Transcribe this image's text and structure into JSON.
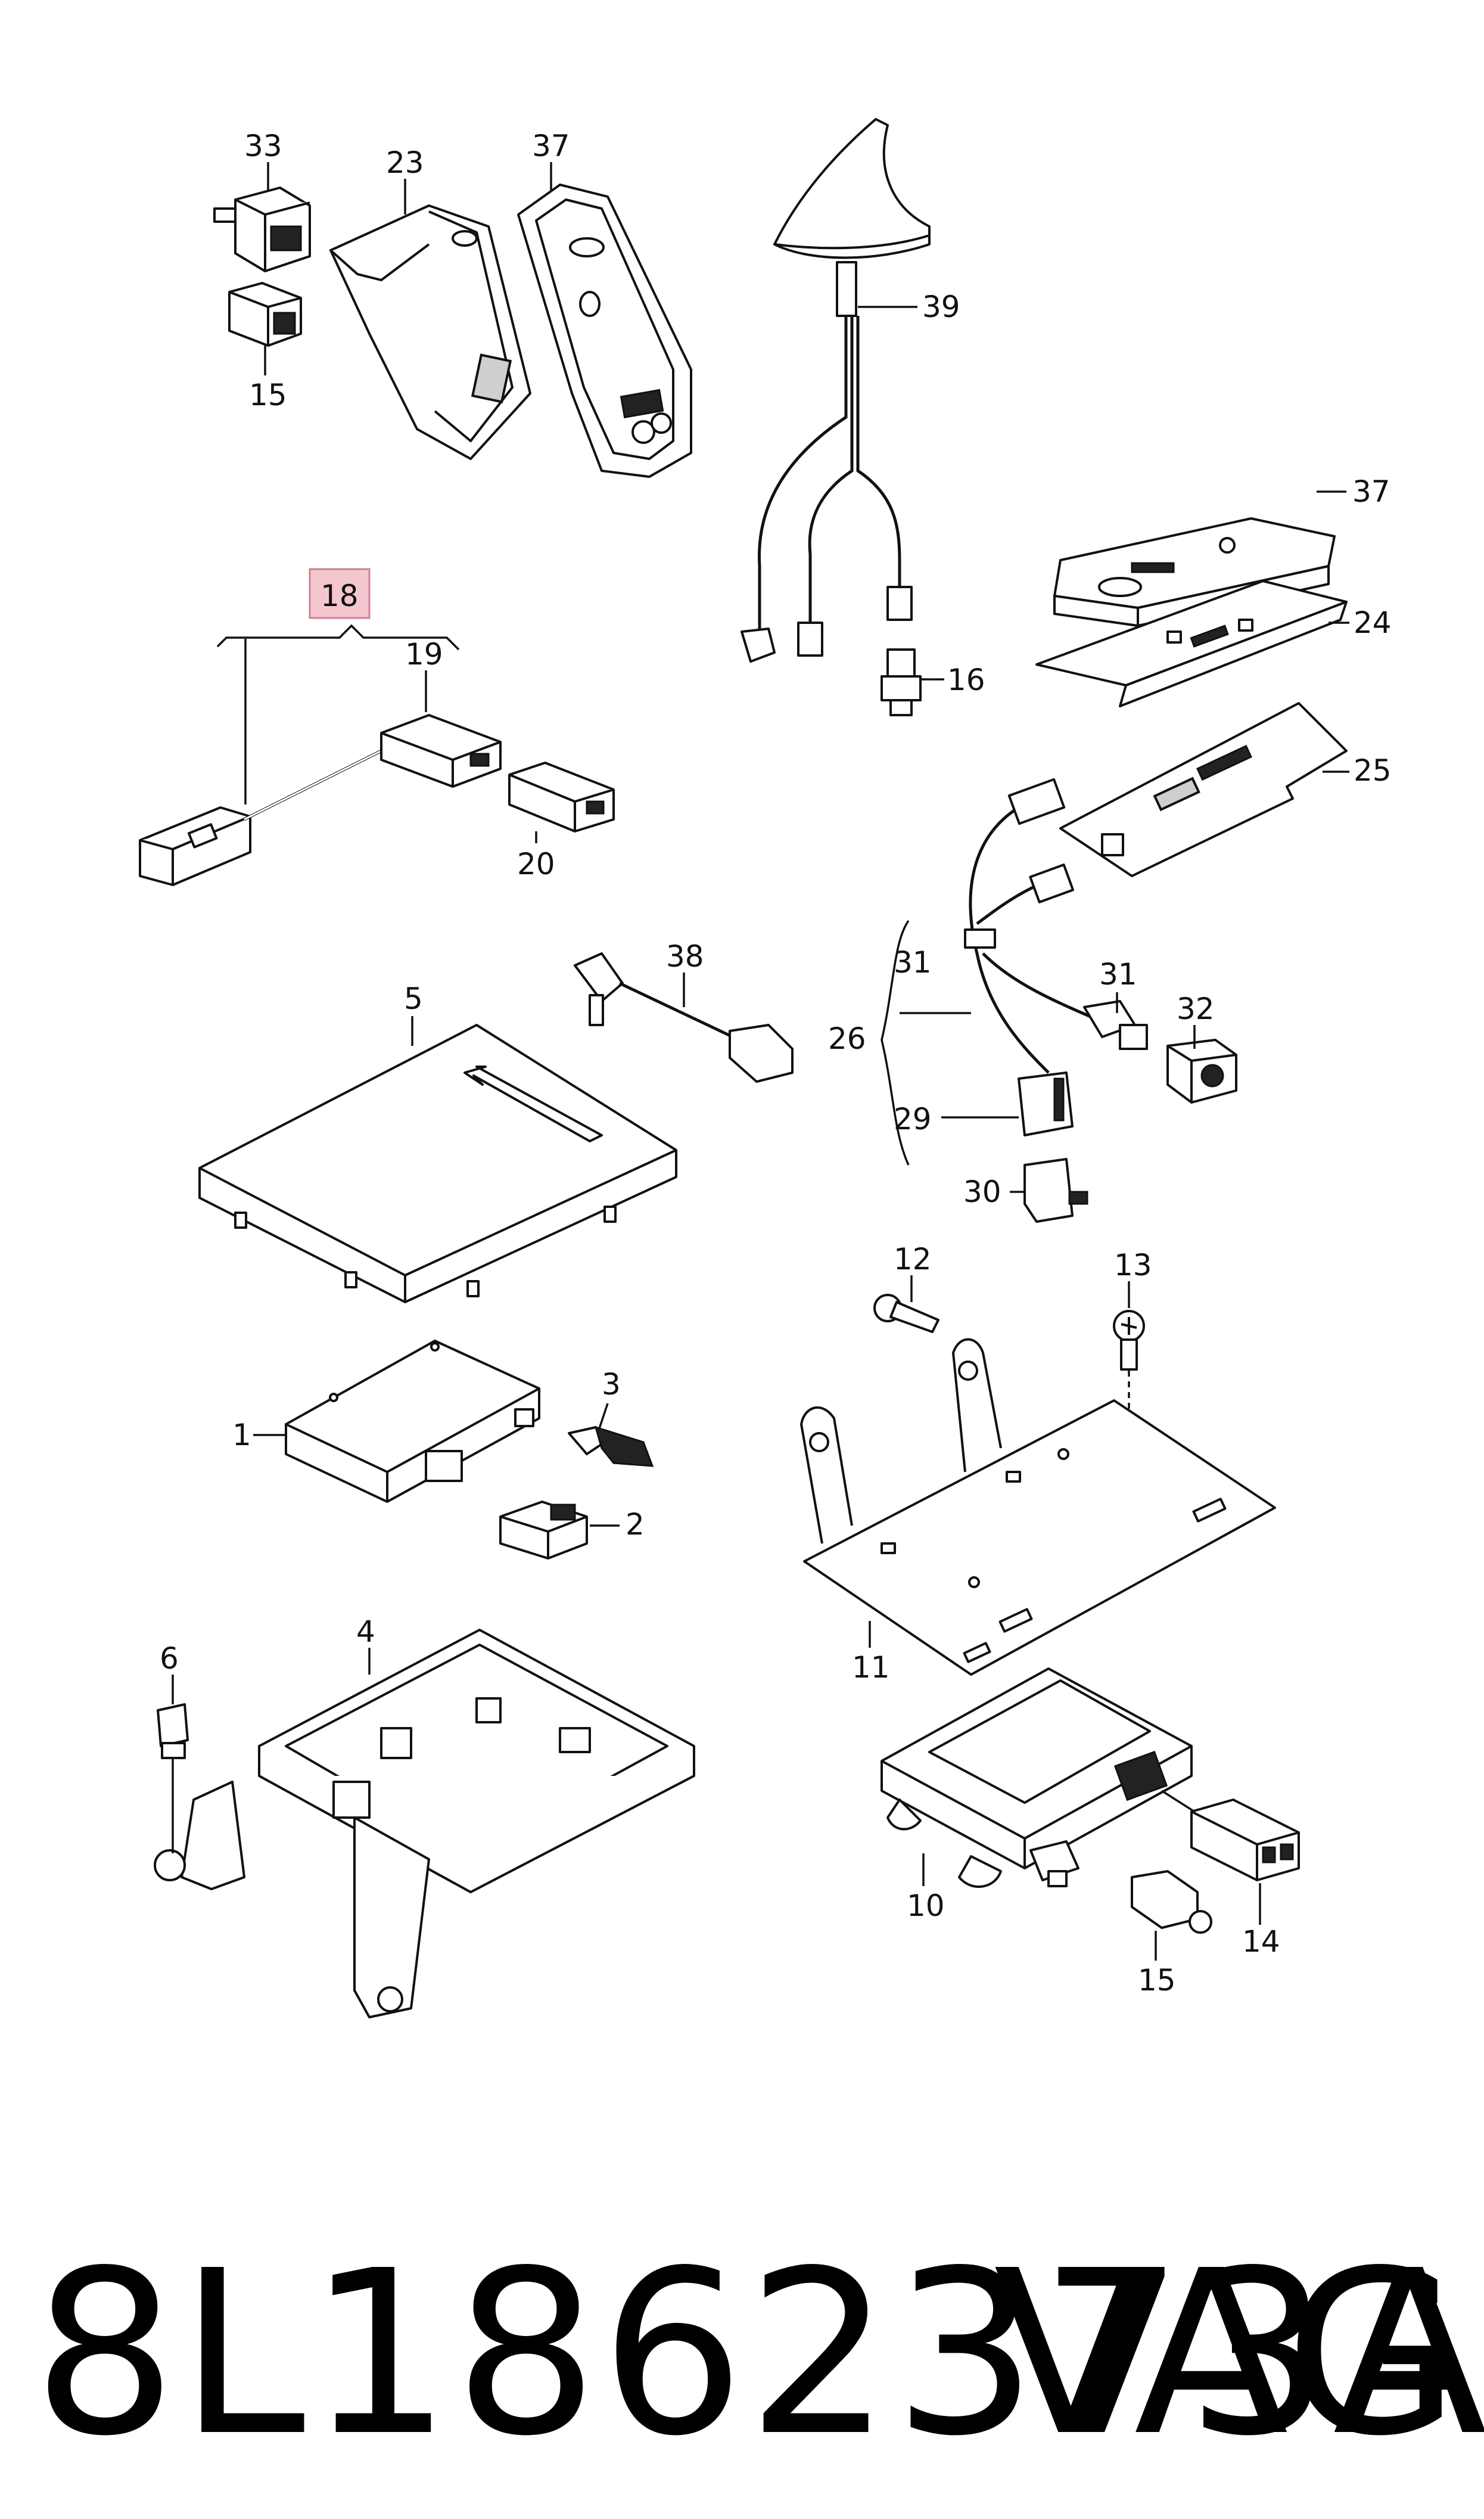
{
  "callouts": {
    "c33": "33",
    "c23": "23",
    "c37a": "37",
    "c39": "39",
    "c15a": "15",
    "c37b": "37",
    "c24": "24",
    "c25": "25",
    "c16": "16",
    "c18": "18",
    "c19": "19",
    "c20": "20",
    "c38": "38",
    "c5": "5",
    "c31a": "31",
    "c31b": "31",
    "c32": "32",
    "c26": "26",
    "c29": "29",
    "c30": "30",
    "c12": "12",
    "c13": "13",
    "c1": "1",
    "c3": "3",
    "c2": "2",
    "c11": "11",
    "c4": "4",
    "c6": "6",
    "c10": "10",
    "c14": "14",
    "c15b": "15"
  },
  "highlight_color": "#f4c7cf",
  "footer": {
    "part_number": "8L1862373A",
    "brand": "VAG"
  }
}
